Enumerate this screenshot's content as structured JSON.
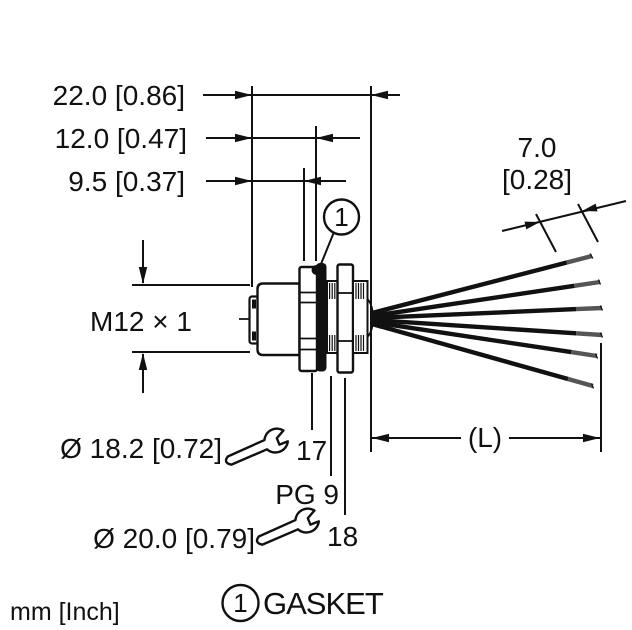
{
  "drawing": {
    "units_label": "mm [Inch]",
    "dims": {
      "overall_width": "22.0 [0.86]",
      "width_to_panel": "12.0 [0.47]",
      "width_to_hex": "9.5 [0.37]",
      "strip_length_mm": "7.0",
      "strip_length_inch": "[0.28]",
      "thread_spec": "M12 × 1",
      "flange_dia": "Ø 18.2 [0.72]",
      "body_dia": "Ø 20.0 [0.79]",
      "gland_thread": "PG 9",
      "cable_length": "(L)",
      "wrench_size_front": "17",
      "wrench_size_rear": "18"
    },
    "callout": {
      "number": "1"
    },
    "legend": {
      "number": "1",
      "label": "GASKET"
    },
    "colors": {
      "ink": "#111111",
      "background": "#ffffff"
    }
  }
}
